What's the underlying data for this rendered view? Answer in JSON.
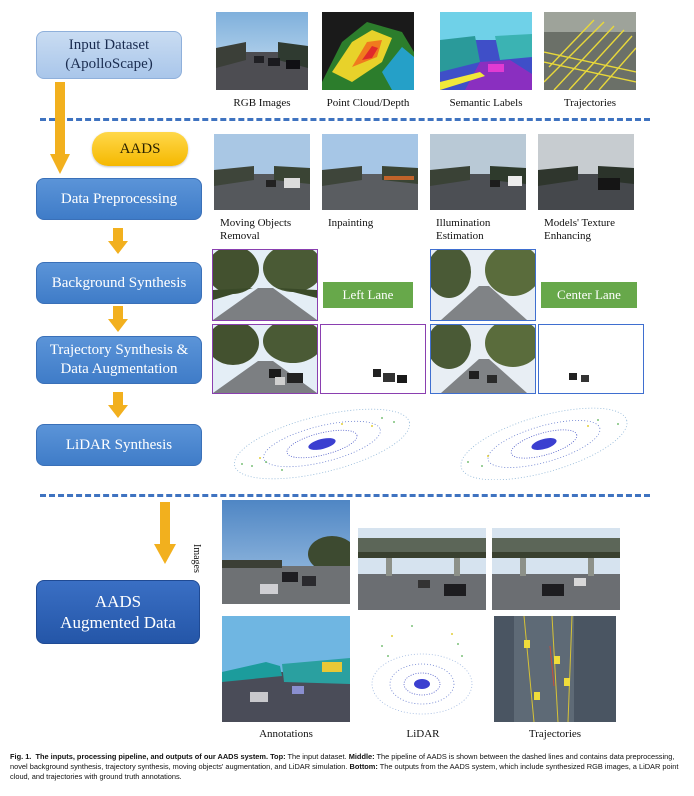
{
  "input": {
    "box_label_line1": "Input Dataset",
    "box_label_line2": "(ApolloScape)",
    "captions": [
      "RGB Images",
      "Point Cloud/Depth",
      "Semantic Labels",
      "Trajectories"
    ]
  },
  "aads_badge": "AADS",
  "pipeline": {
    "data_preprocessing": "Data Preprocessing",
    "background_synthesis": "Background Synthesis",
    "trajectory_line1": "Trajectory Synthesis &",
    "trajectory_line2": "Data Augmentation",
    "lidar_synthesis": "LiDAR Synthesis",
    "preprocessing_captions": [
      {
        "line1": "Moving Objects",
        "line2": "Removal"
      },
      {
        "line1": "Inpainting",
        "line2": ""
      },
      {
        "line1": "Illumination",
        "line2": "Estimation"
      },
      {
        "line1": "Models' Texture",
        "line2": "Enhancing"
      }
    ],
    "left_lane": "Left Lane",
    "center_lane": "Center Lane"
  },
  "output": {
    "box_line1": "AADS",
    "box_line2": "Augmented Data",
    "images_label": "Images",
    "captions": [
      "Annotations",
      "LiDAR",
      "Trajectories"
    ]
  },
  "caption": {
    "fig_label": "Fig. 1.",
    "title": "The inputs, processing pipeline, and outputs of our AADS system.",
    "top_label": "Top:",
    "top_text": "The input dataset.",
    "middle_label": "Middle:",
    "middle_text": "The pipeline of AADS is shown between the dashed lines and contains data preprocessing, novel background synthesis, trajectory synthesis, moving objects' augmentation, and LiDAR simulation.",
    "bottom_label": "Bottom:",
    "bottom_text": "The outputs from the AADS system, which include synthesized RGB images, a LiDAR point cloud, and trajectories with ground truth annotations."
  },
  "colors": {
    "arrow": "#f2b01e",
    "dashed_line": "#3f73c0",
    "lane_green": "#67a84a",
    "box_blue": "#4a86cf",
    "frame_purple": "#8a3fb0",
    "frame_blue": "#3f6fd0"
  }
}
